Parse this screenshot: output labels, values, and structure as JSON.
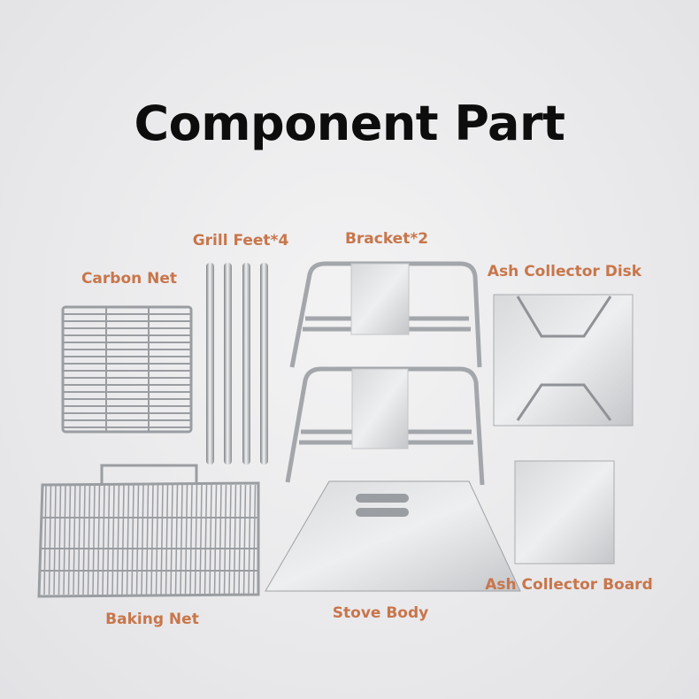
{
  "title": "Component Part",
  "labels": {
    "grill_feet": "Grill Feet*4",
    "bracket": "Bracket*2",
    "carbon_net": "Carbon Net",
    "ash_disk": "Ash Collector Disk",
    "baking_net": "Baking Net",
    "stove_body": "Stove Body",
    "ash_board": "Ash Collector Board"
  },
  "colors": {
    "label": "#c8764b",
    "title": "#0d0d0d",
    "steel": "#b9bbbe"
  }
}
